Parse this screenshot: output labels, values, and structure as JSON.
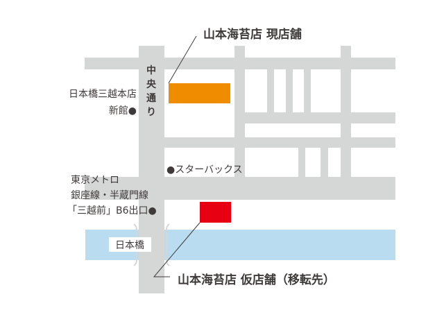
{
  "colors": {
    "road": "#d5d6d6",
    "river": "#b9dcf0",
    "current_store": "#f08c00",
    "temp_store": "#e60012",
    "text": "#3e3a39"
  },
  "labels": {
    "current_store": "山本海苔店 現店舗",
    "temp_store": "山本海苔店 仮店舗（移転先）",
    "chuo_dori": [
      "中",
      "央",
      "通",
      "り"
    ],
    "mitsukoshi": [
      "日本橋三越本店",
      "新館●"
    ],
    "starbucks": "●スターバックス",
    "metro": [
      "東京メトロ",
      "銀座線・半蔵門線",
      "「三越前」B6出口●"
    ],
    "bridge": "日本橋"
  }
}
